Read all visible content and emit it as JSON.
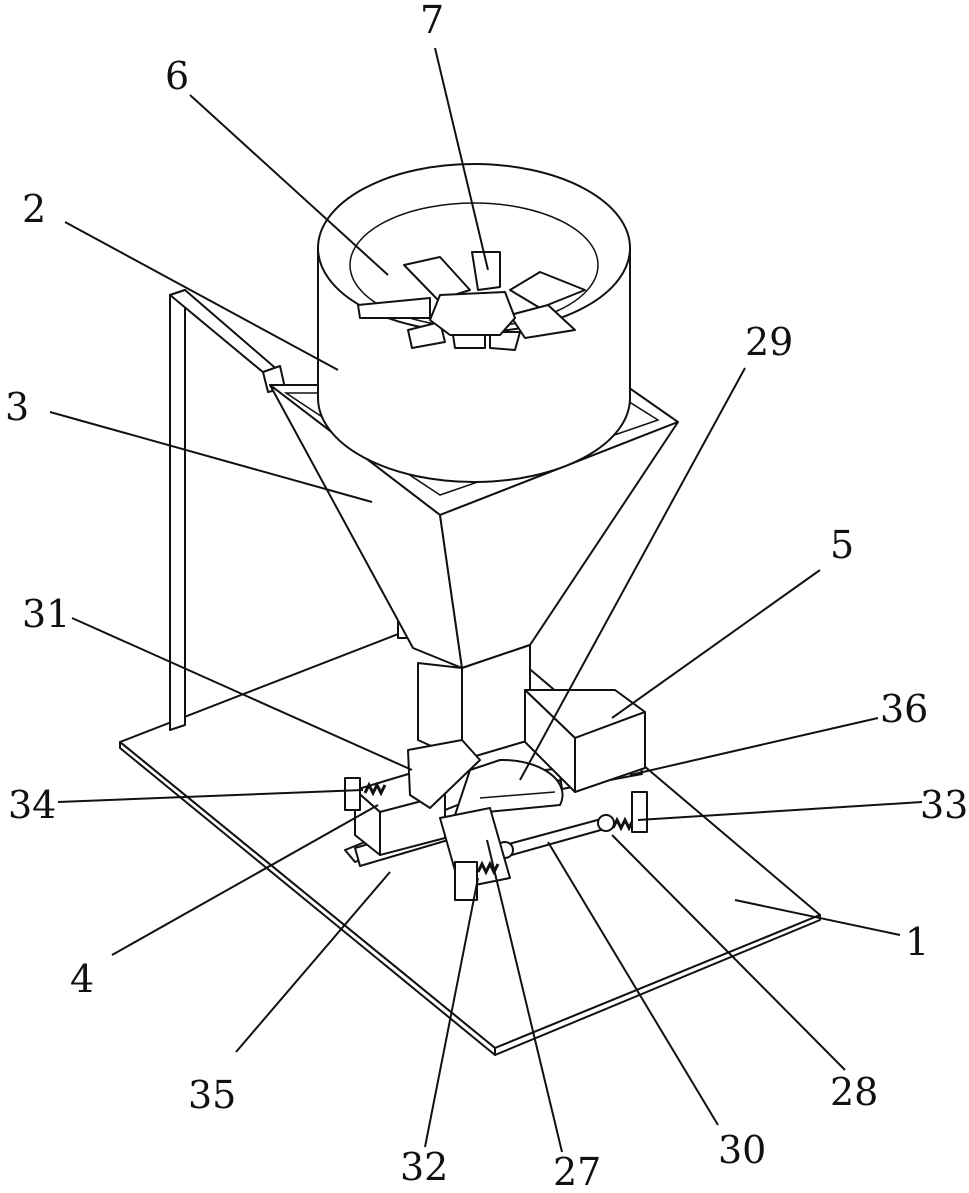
{
  "figure": {
    "labels": [
      {
        "id": "lbl-7",
        "text": "7"
      },
      {
        "id": "lbl-6",
        "text": "6"
      },
      {
        "id": "lbl-2",
        "text": "2"
      },
      {
        "id": "lbl-29",
        "text": "29"
      },
      {
        "id": "lbl-3",
        "text": "3"
      },
      {
        "id": "lbl-5",
        "text": "5"
      },
      {
        "id": "lbl-31",
        "text": "31"
      },
      {
        "id": "lbl-36",
        "text": "36"
      },
      {
        "id": "lbl-34",
        "text": "34"
      },
      {
        "id": "lbl-33",
        "text": "33"
      },
      {
        "id": "lbl-1",
        "text": "1"
      },
      {
        "id": "lbl-4",
        "text": "4"
      },
      {
        "id": "lbl-35",
        "text": "35"
      },
      {
        "id": "lbl-28",
        "text": "28"
      },
      {
        "id": "lbl-30",
        "text": "30"
      },
      {
        "id": "lbl-32",
        "text": "32"
      },
      {
        "id": "lbl-27",
        "text": "27"
      }
    ]
  }
}
